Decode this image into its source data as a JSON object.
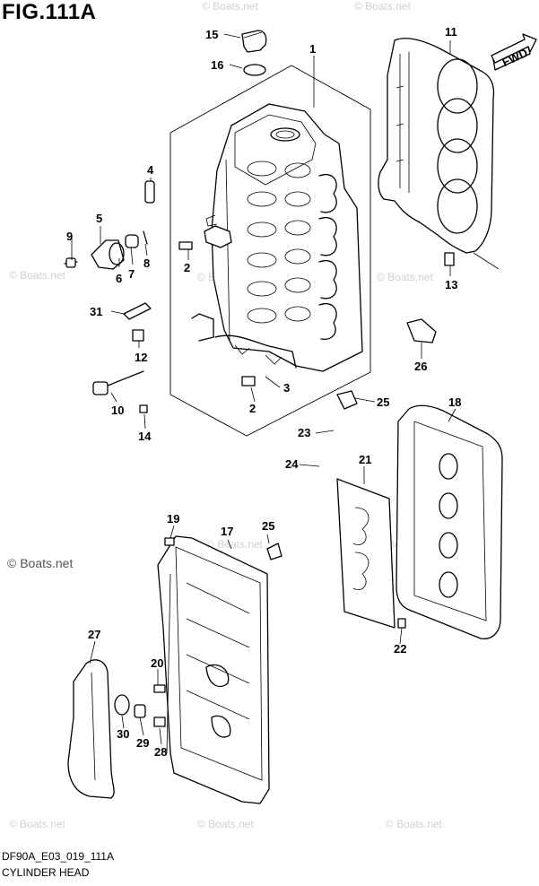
{
  "figure": {
    "title": "FIG.111A",
    "code": "DF90A_E03_019_111A",
    "caption": "CYLINDER HEAD",
    "fwd_arrow_text": "FWD"
  },
  "watermark": {
    "text": "© Boats.net",
    "main_text": "© Boats.net"
  },
  "part_callouts": [
    "1",
    "2",
    "2",
    "3",
    "4",
    "5",
    "6",
    "7",
    "8",
    "9",
    "10",
    "11",
    "12",
    "13",
    "14",
    "15",
    "16",
    "17",
    "18",
    "19",
    "20",
    "21",
    "22",
    "23",
    "24",
    "25",
    "25",
    "26",
    "27",
    "28",
    "29",
    "30",
    "31"
  ]
}
